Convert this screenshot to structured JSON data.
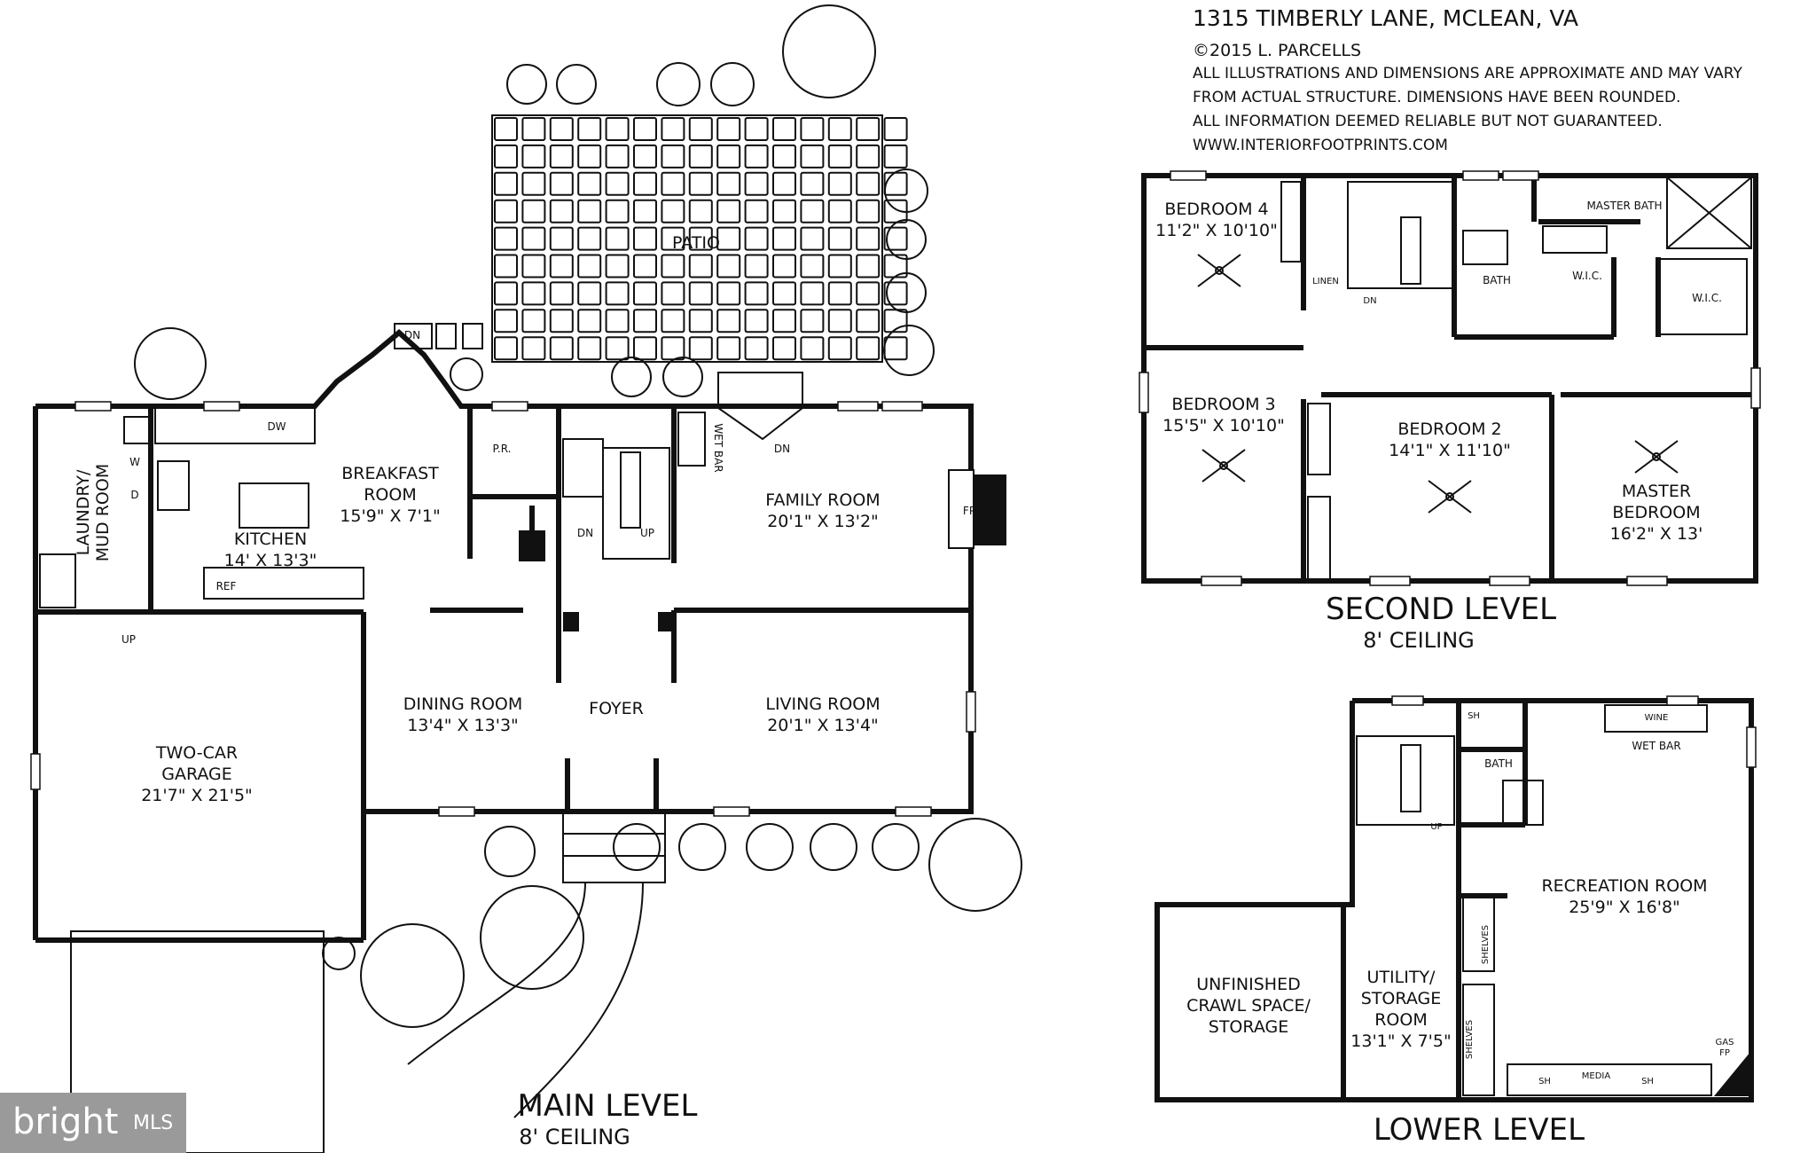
{
  "header": {
    "title": "1315 TIMBERLY LANE, MCLEAN, VA",
    "copyright": "©2015 L. PARCELLS",
    "notes": [
      "ALL ILLUSTRATIONS AND DIMENSIONS ARE APPROXIMATE AND MAY VARY",
      "FROM ACTUAL STRUCTURE. DIMENSIONS HAVE BEEN ROUNDED.",
      "ALL INFORMATION DEEMED RELIABLE BUT NOT GUARANTEED.",
      "WWW.INTERIORFOOTPRINTS.COM"
    ]
  },
  "main_level": {
    "title": "MAIN LEVEL",
    "ceiling": "8' CEILING",
    "patio": "PATIO",
    "laundry": [
      "LAUNDRY/",
      "MUD ROOM"
    ],
    "breakfast": {
      "name": [
        "BREAKFAST",
        "ROOM"
      ],
      "dims": "15'9\" X 7'1\""
    },
    "kitchen": {
      "name": "KITCHEN",
      "dims": "14' X 13'3\""
    },
    "family": {
      "name": "FAMILY ROOM",
      "dims": "20'1\" X 13'2\""
    },
    "dining": {
      "name": "DINING ROOM",
      "dims": "13'4\" X 13'3\""
    },
    "foyer": "FOYER",
    "living": {
      "name": "LIVING ROOM",
      "dims": "20'1\" X 13'4\""
    },
    "garage": {
      "name": [
        "TWO-CAR",
        "GARAGE"
      ],
      "dims": "21'7\" X 21'5\""
    },
    "labels": {
      "pr": "P.R.",
      "wet_bar": "WET BAR",
      "fp": "FP",
      "dw": "DW",
      "ref": "REF",
      "w": "W",
      "d": "D",
      "dn": "DN",
      "up": "UP"
    }
  },
  "second_level": {
    "title": "SECOND LEVEL",
    "ceiling": "8' CEILING",
    "bedroom4": {
      "name": "BEDROOM 4",
      "dims": "11'2\" X 10'10\""
    },
    "bedroom3": {
      "name": "BEDROOM 3",
      "dims": "15'5\" X 10'10\""
    },
    "bedroom2": {
      "name": "BEDROOM 2",
      "dims": "14'1\" X 11'10\""
    },
    "master": {
      "name": [
        "MASTER",
        "BEDROOM"
      ],
      "dims": "16'2\" X 13'"
    },
    "master_bath": "MASTER BATH",
    "labels": {
      "linen": "LINEN",
      "bath": "BATH",
      "wic": "W.I.C.",
      "dn": "DN"
    }
  },
  "lower_level": {
    "title": "LOWER LEVEL",
    "recreation": {
      "name": "RECREATION ROOM",
      "dims": "25'9\" X 16'8\""
    },
    "utility": {
      "name": [
        "UTILITY/",
        "STORAGE",
        "ROOM"
      ],
      "dims": "13'1\" X 7'5\""
    },
    "crawl": [
      "UNFINISHED",
      "CRAWL SPACE/",
      "STORAGE"
    ],
    "labels": {
      "bath": "BATH",
      "wet_bar": "WET BAR",
      "wine": "WINE",
      "sh": "SH",
      "shelves": "SHELVES",
      "media": "MEDIA",
      "gas_fp": [
        "GAS",
        "FP"
      ],
      "up": "UP"
    }
  },
  "watermark": {
    "brand": "bright",
    "suffix": "MLS"
  }
}
